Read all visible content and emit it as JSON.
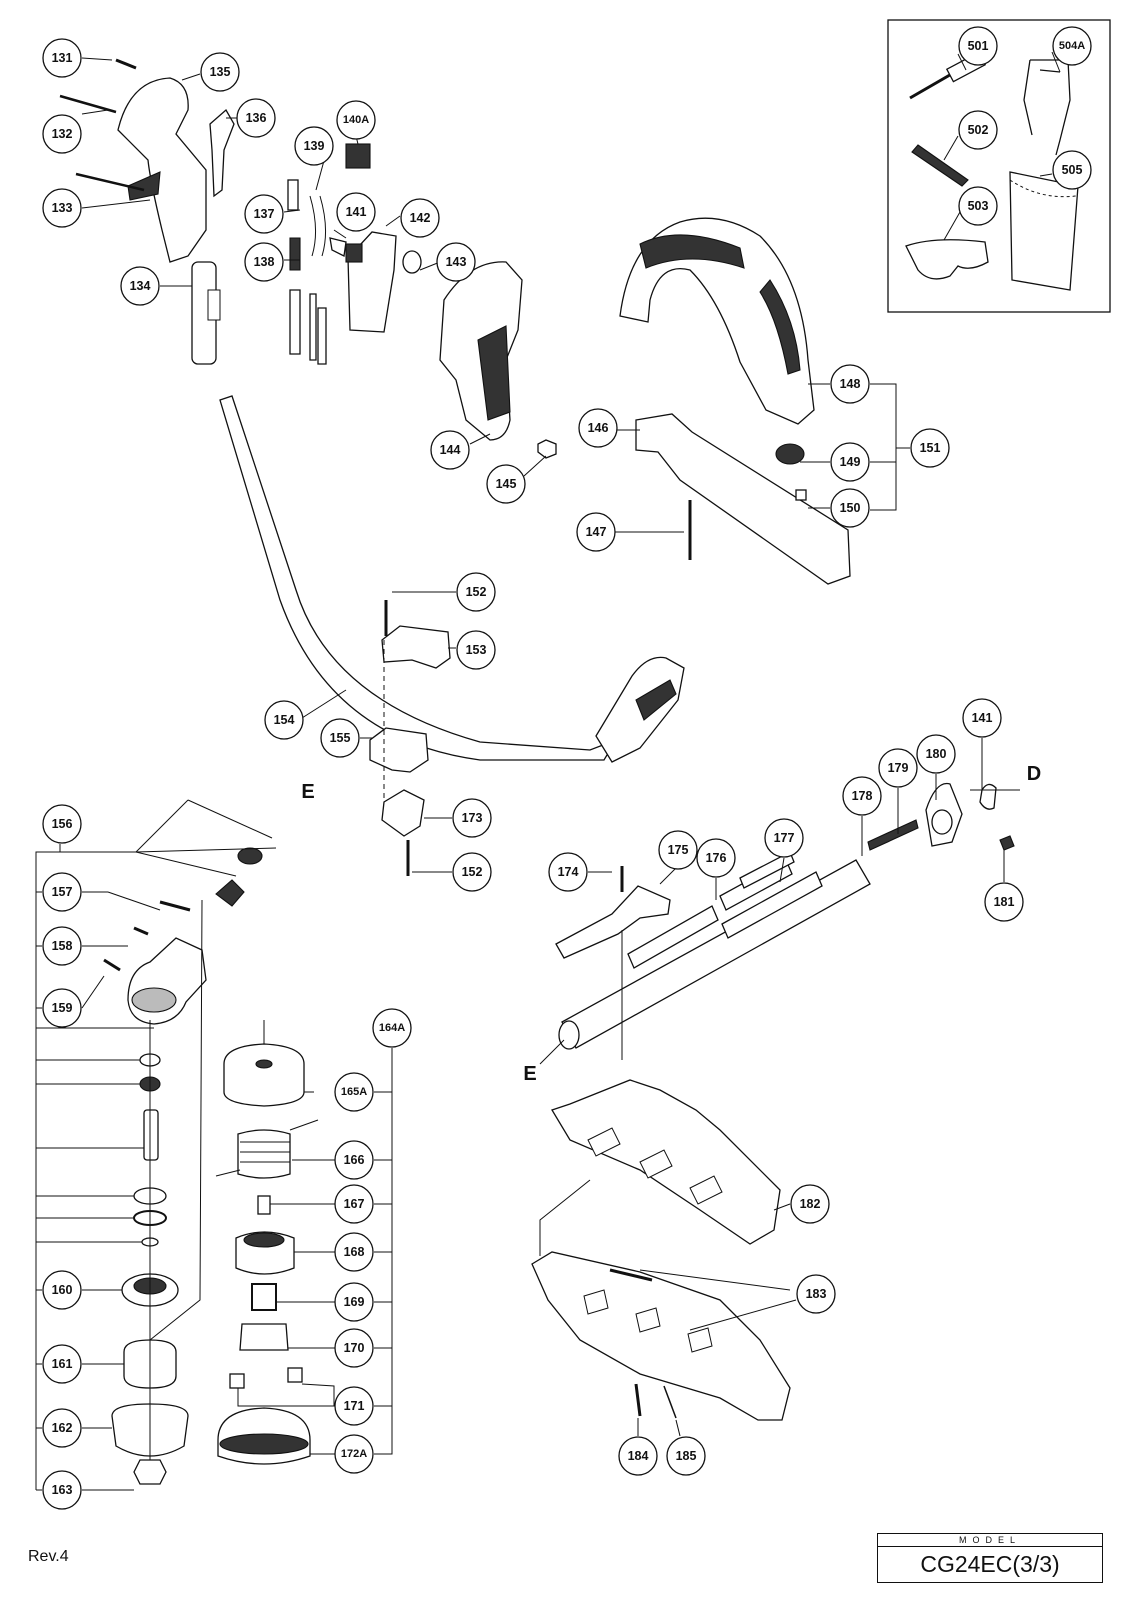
{
  "footer": {
    "revision": "Rev.4",
    "model_label": "MODEL",
    "model_name": "CG24EC(3/3)"
  },
  "sections": {
    "E1": "E",
    "E2": "E",
    "D": "D"
  },
  "callouts": {
    "c131": "131",
    "c132": "132",
    "c133": "133",
    "c134": "134",
    "c135": "135",
    "c136": "136",
    "c137": "137",
    "c138": "138",
    "c139": "139",
    "c140A": "140A",
    "c141a": "141",
    "c142": "142",
    "c143": "143",
    "c144": "144",
    "c145": "145",
    "c146": "146",
    "c147": "147",
    "c148": "148",
    "c149": "149",
    "c150": "150",
    "c151": "151",
    "c152a": "152",
    "c153": "153",
    "c154": "154",
    "c155": "155",
    "c173": "173",
    "c152b": "152",
    "c156": "156",
    "c157": "157",
    "c158": "158",
    "c159": "159",
    "c160": "160",
    "c161": "161",
    "c162": "162",
    "c163": "163",
    "c164A": "164A",
    "c165A": "165A",
    "c166": "166",
    "c167": "167",
    "c168": "168",
    "c169": "169",
    "c170": "170",
    "c171": "171",
    "c172A": "172A",
    "c174": "174",
    "c175": "175",
    "c176": "176",
    "c177": "177",
    "c178": "178",
    "c179": "179",
    "c180": "180",
    "c141b": "141",
    "c181": "181",
    "c182": "182",
    "c183": "183",
    "c184": "184",
    "c185": "185",
    "c501": "501",
    "c504A": "504A",
    "c502": "502",
    "c505": "505",
    "c503": "503"
  }
}
